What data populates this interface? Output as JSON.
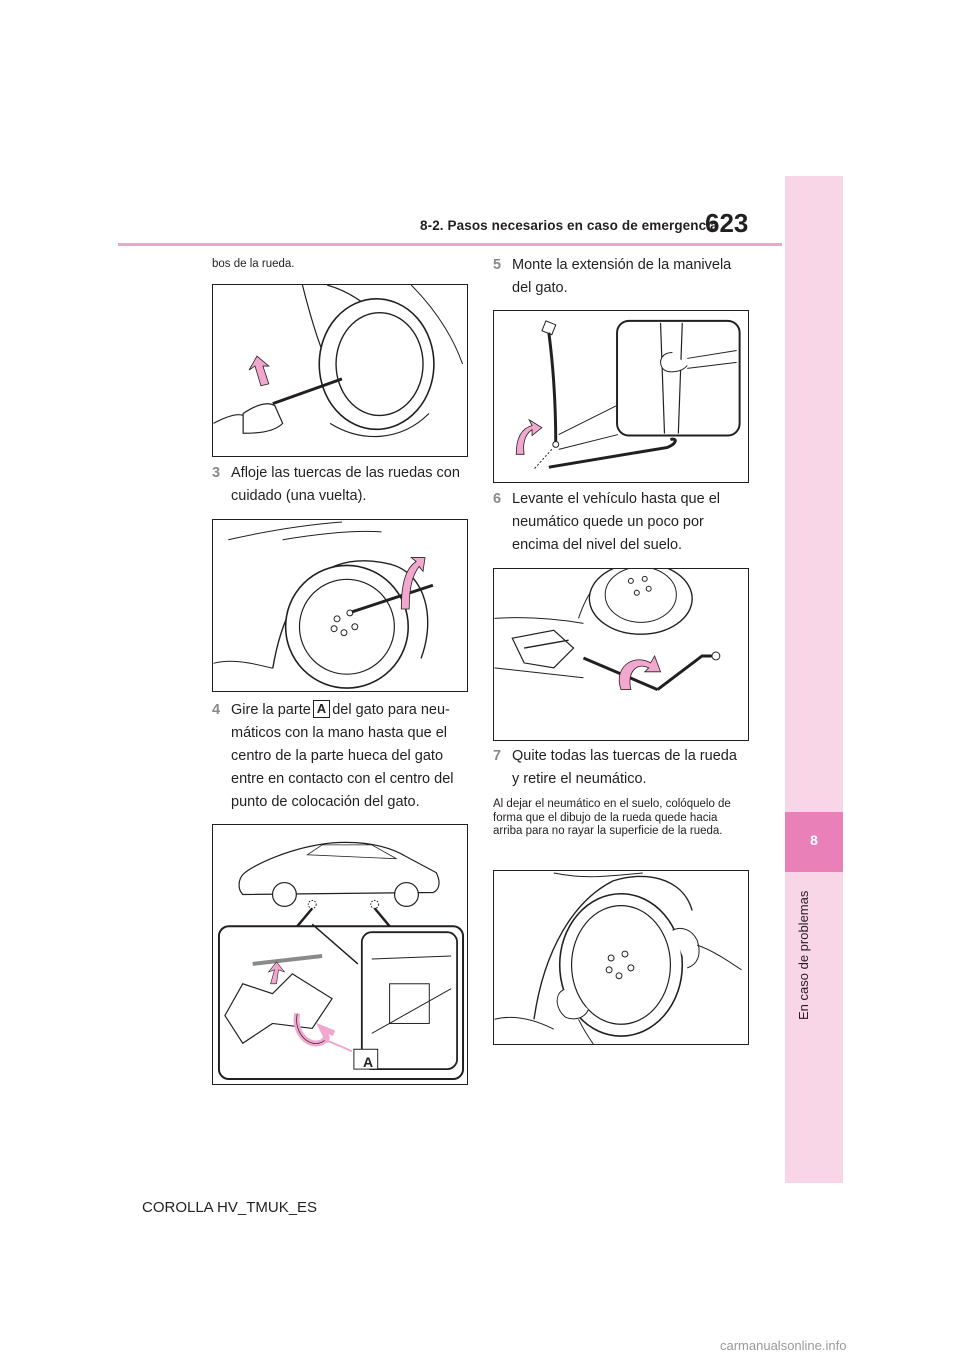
{
  "header": {
    "section": "8-2. Pasos necesarios en caso de emergencia",
    "page_number": "623"
  },
  "side_tab": {
    "chapter_number": "8",
    "chapter_title": "En caso de problemas"
  },
  "left_column": {
    "intro_tail": "bos de la rueda.",
    "step3": {
      "number": "3",
      "text": "Afloje las tuercas de las ruedas con cuidado (una vuelta)."
    },
    "step4": {
      "number": "4",
      "text_before": "Gire la parte",
      "label": "A",
      "text_after": "del gato para neu-máticos con la mano hasta que el centro de la parte hueca del gato entre en contacto con el centro del punto de colocación del gato."
    },
    "fig4_callout": "A"
  },
  "right_column": {
    "step5": {
      "number": "5",
      "text": "Monte la extensión de la manivela del gato."
    },
    "step6": {
      "number": "6",
      "text": "Levante el vehículo hasta que el neumático quede un poco por encima del nivel del suelo."
    },
    "step7": {
      "number": "7",
      "text": "Quite todas las tuercas de la rueda y retire el neumático."
    },
    "note": "Al dejar el neumático en el suelo, colóquelo de forma que el dibujo de la rueda quede hacia arriba para no rayar la superficie de la rueda."
  },
  "footer": {
    "model": "COROLLA HV_TMUK_ES"
  },
  "watermark": "carmanualsonline.info",
  "colors": {
    "accent_pink": "#ea80b8",
    "band_pink": "#f9d5e8",
    "rule_pink": "#f0a6cc",
    "arrow_pink": "#f2a7cf"
  }
}
